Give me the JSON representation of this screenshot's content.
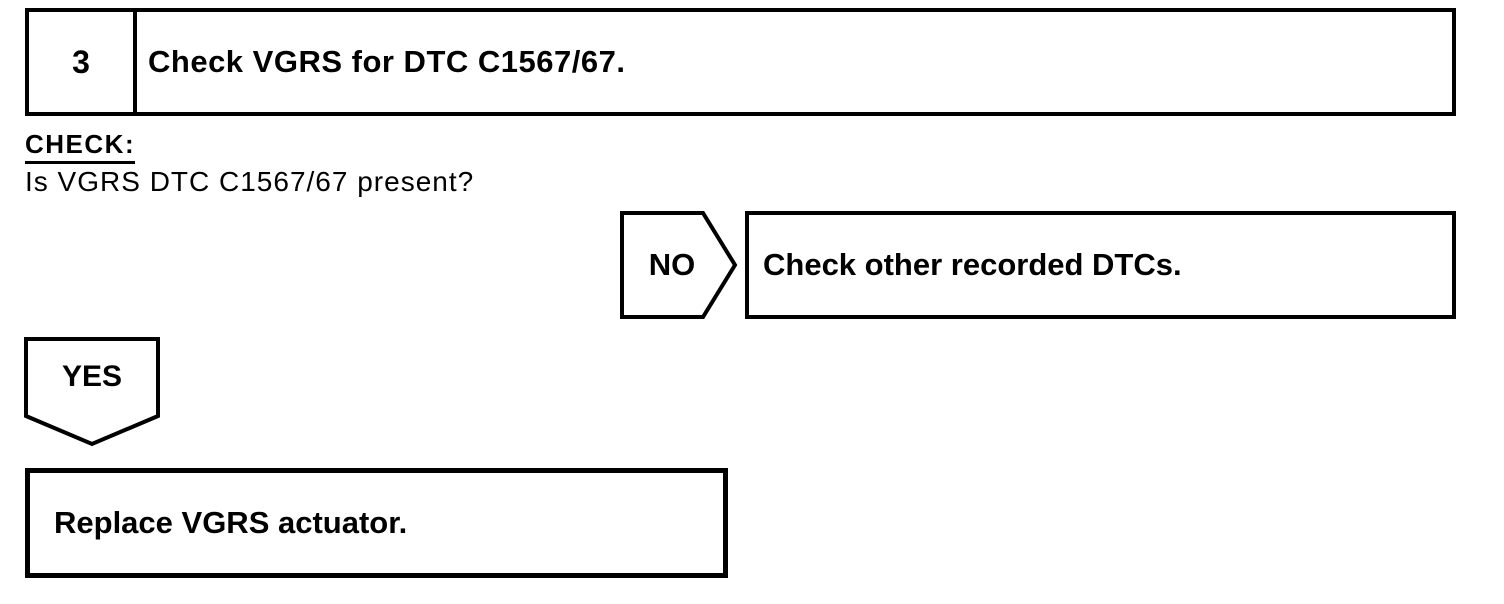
{
  "page": {
    "background": "#ffffff",
    "line_color": "#000000"
  },
  "step": {
    "number": "3",
    "title": "Check VGRS for DTC C1567/67."
  },
  "check": {
    "label": "CHECK:",
    "question": "Is VGRS DTC C1567/67 present?"
  },
  "branches": {
    "no": {
      "label": "NO",
      "action": "Check other recorded DTCs."
    },
    "yes": {
      "label": "YES",
      "action": "Replace VGRS actuator."
    }
  }
}
